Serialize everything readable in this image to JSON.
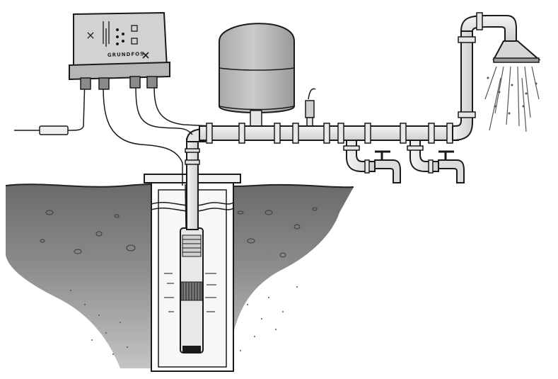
{
  "control_box": {
    "brand_text": "GRUNDFOS",
    "logo_icon": "grundfos-x-icon"
  },
  "components": [
    {
      "id": "control-box",
      "icon": "control-box"
    },
    {
      "id": "inline-fuse",
      "icon": "fuse"
    },
    {
      "id": "pressure-tank",
      "icon": "expansion-tank"
    },
    {
      "id": "pressure-sensor",
      "icon": "pressure-switch"
    },
    {
      "id": "borehole-well",
      "icon": "well-casing"
    },
    {
      "id": "submersible-pump",
      "icon": "submersible-pump"
    },
    {
      "id": "tap-1",
      "icon": "faucet"
    },
    {
      "id": "tap-2",
      "icon": "faucet"
    },
    {
      "id": "shower-head",
      "icon": "shower-head"
    }
  ],
  "colors": {
    "outline": "#1a1a1a",
    "pipe_fill": "#e4e4e4",
    "tank_fill": "#bdbdbd",
    "box_fill": "#cfcfcf",
    "ground_top": "#6d6d6d",
    "ground_bottom": "#b9b9b9",
    "water_spray": "#555555"
  }
}
